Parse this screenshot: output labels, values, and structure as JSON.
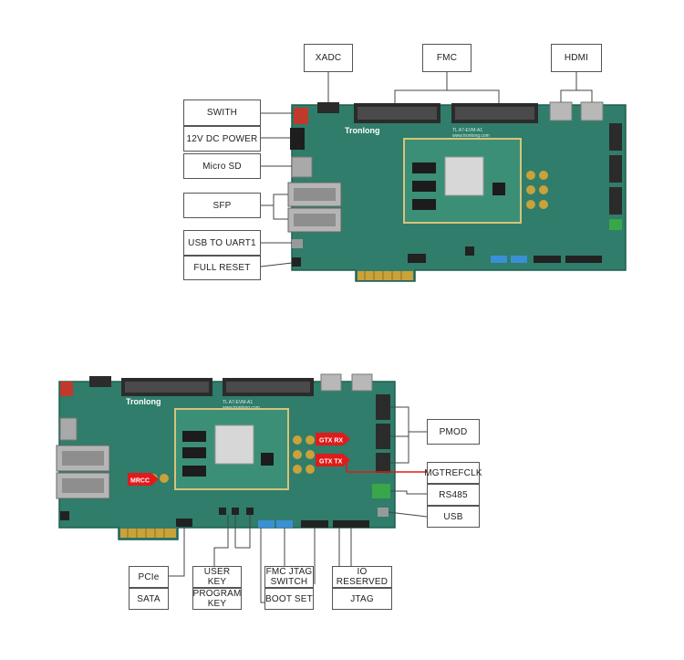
{
  "board_top": {
    "brand": "Tronlong",
    "model_print": "TL A7-EVM-A1",
    "website": "www.tronlong.com",
    "callouts": {
      "xadc": "XADC",
      "fmc": "FMC",
      "hdmi": "HDMI",
      "switch": "SWITH",
      "power": "12V DC POWER",
      "micro_sd": "Micro SD",
      "sfp": "SFP",
      "usb_uart": "USB TO UART1",
      "full_reset": "FULL RESET"
    }
  },
  "board_bottom": {
    "brand": "Tronlong",
    "model_print": "TL A7-EVM-A1",
    "website": "www.tronlong.com",
    "markers": {
      "gtx_rx": "GTX RX",
      "gtx_tx": "GTX TX",
      "mrcc": "MRCC"
    },
    "callouts": {
      "pmod": "PMOD",
      "mgtrefclk": "MGTREFCLK",
      "rs485": "RS485",
      "usb": "USB",
      "pcie": "PCIe",
      "sata": "SATA",
      "user_key": "USER KEY",
      "program_key": "PROGRAM\nKEY",
      "fmc_jtag_switch": "FMC JTAG\nSWITCH",
      "boot_set": "BOOT SET",
      "io_reserved": "IO RESERVED",
      "jtag": "JTAG"
    }
  },
  "colors": {
    "pcb": "#2f7d6a",
    "pcb_dark": "#1f5e50",
    "fpga_pcb": "#3b8f76",
    "som_border": "#d8c27a",
    "connector": "#2b2b2b",
    "gold": "#c9a23a",
    "marker_red": "#e01b1b",
    "leader": "#444444",
    "label_border": "#555555"
  }
}
